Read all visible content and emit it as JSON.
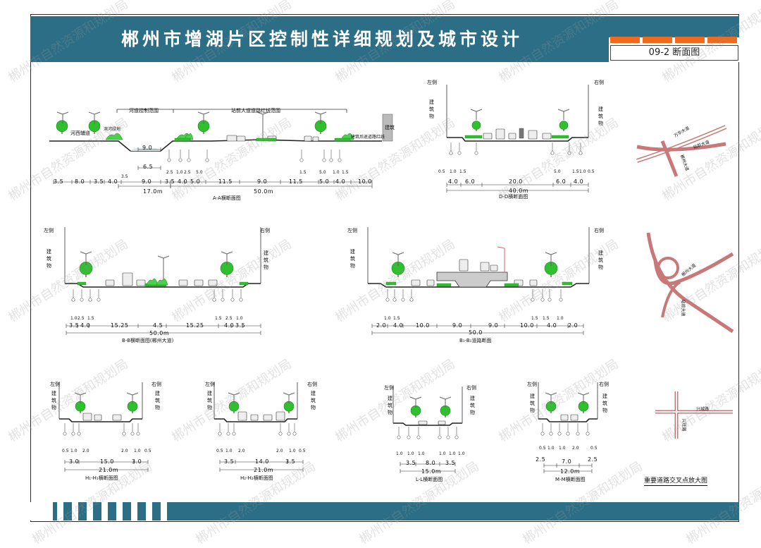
{
  "title": "郴州市增湖片区控制性详细规划及城市设计",
  "sheet_label": "09-2 断面图",
  "colors": {
    "band": "#2b6e86",
    "accent": "#f06a1c",
    "tree": "#2fbf2f",
    "road": "#555555"
  },
  "watermark": "郴州市自然资源和规划局",
  "sections": {
    "aa": {
      "caption": "A-A横断面图",
      "range_left": "河道控制范围",
      "range_right": "站前大道道路红线范围",
      "label_hexi": "河西辅道",
      "label_binhe": "滨河绿地",
      "label_jianzhu": "建筑",
      "label_houtui": "建筑后退道路红线",
      "river1": "9.0",
      "river2": "6.5",
      "river3": "3.5",
      "dims": [
        "3.5",
        "8.0",
        "3.5",
        "4.0",
        "9.0",
        "3.5",
        "4.0",
        "5.0",
        "11.5",
        "9.0",
        "11.5",
        "5.0",
        "4.0",
        "10.0"
      ],
      "small_dims": [
        "2.5",
        "1.0",
        "2.5",
        "5.0",
        "1.5",
        "5.0",
        "1.0",
        "1.5"
      ],
      "total_left": "17.0m",
      "total_right": "50.0m"
    },
    "dd": {
      "caption": "D-D横断面图",
      "left": "左侧",
      "right": "右侧",
      "bld": "建筑物",
      "small_dims": [
        "0.5",
        "1.0",
        "1.5",
        "5.0",
        "1.5",
        "1.0",
        "0.5"
      ],
      "dims": [
        "4.0",
        "6.0",
        "20.0",
        "6.0",
        "4.0"
      ],
      "total": "40.0m"
    },
    "bb": {
      "caption": "B-B横断面图(郴州大道)",
      "left": "左侧",
      "right": "右侧",
      "bld": "建筑物",
      "small_dims": [
        "1.0",
        "2.5",
        "1.5",
        "1.5",
        "2.5",
        "1.0"
      ],
      "dims": [
        "3.5",
        "4.0",
        "15.25",
        "4.5",
        "15.25",
        "4.0",
        "3.5"
      ],
      "total": "50.0m"
    },
    "b1": {
      "caption": "B₁-B₁道路断面",
      "left": "左侧",
      "right": "右侧",
      "bld": "建筑物",
      "small_dims": [
        "1.0",
        "1.5",
        "1.5",
        "1.5",
        "1.0"
      ],
      "dims": [
        "2.0",
        "4.0",
        "10.0",
        "9.0",
        "9.0",
        "10.0",
        "4.0",
        "2.0"
      ],
      "total": "50.0"
    },
    "h1": {
      "caption": "H₁-H₁横断面图",
      "left": "左侧",
      "right": "右侧",
      "bld": "建筑物",
      "small_dims": [
        "0.5",
        "1.0",
        "2.0",
        "2.0",
        "1.0",
        "0.5"
      ],
      "dims": [
        "3.0",
        "15.0",
        "3.0"
      ],
      "total": "21.0m"
    },
    "h2": {
      "caption": "H₂-H₂横断面图",
      "left": "左侧",
      "right": "右侧",
      "bld": "建筑物",
      "small_dims": [
        "0.5",
        "1.0",
        "2.0",
        "2.0",
        "1.0",
        "0.5"
      ],
      "dims": [
        "3.5",
        "14.0",
        "3.5"
      ],
      "total": "21.0m"
    },
    "ll": {
      "caption": "L-L横断面图",
      "left": "左侧",
      "right": "右侧",
      "bld": "建筑物",
      "small_dims": [
        "1.0",
        "1.0",
        "1.0",
        "1.0",
        "1.0",
        "1.0"
      ],
      "dims": [
        "3.5",
        "8.0",
        "3.5"
      ],
      "total": "15.0m"
    },
    "mm": {
      "caption": "M-M横断面图",
      "left": "左侧",
      "right": "右侧",
      "bld": "建筑物",
      "small_dims": [
        "0.5",
        "1.0",
        "1.0",
        "2.0",
        "0.5"
      ],
      "dims": [
        "2.5",
        "7.0",
        "2.5"
      ],
      "total": "12.0m"
    }
  },
  "intersections": {
    "caption": "重要道路交叉点放大图",
    "map1": [
      "万华大道",
      "站前大道",
      "郴州大道"
    ],
    "map2": [
      "郴州大道",
      "站前大道"
    ],
    "map3": [
      "兴城路",
      "兴旺路"
    ]
  }
}
